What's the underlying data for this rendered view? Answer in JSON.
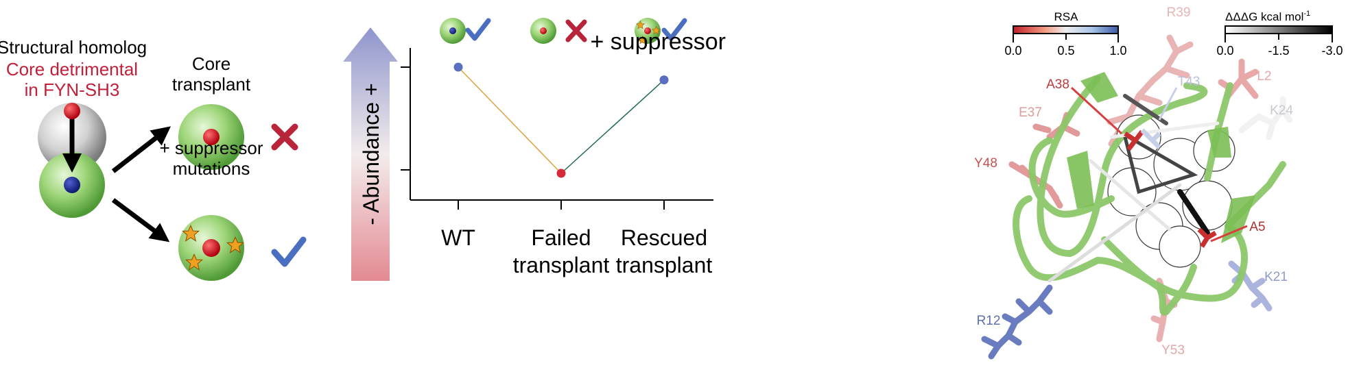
{
  "left_panel": {
    "title_line1": "Structural homolog",
    "title_line2": "Core detrimental",
    "title_line3": "in FYN-SH3",
    "core_transplant_line1": "Core",
    "core_transplant_line2": "transplant",
    "suppressor_line1": "+ suppressor",
    "suppressor_line2": "mutations"
  },
  "chart_data": {
    "type": "line",
    "ylabel": "- Abundance +",
    "categories": [
      "WT",
      "Failed transplant",
      "Rescued transplant"
    ],
    "category_lines": [
      [
        "WT"
      ],
      [
        "Failed",
        "transplant"
      ],
      [
        "Rescued",
        "transplant"
      ]
    ],
    "values": [
      1.0,
      0.0,
      0.88
    ],
    "annotation": "+ suppressor",
    "point_colors": [
      "#5b6fc0",
      "#d42a3a",
      "#5b6fc0"
    ],
    "segment_colors": [
      "#e0a040",
      "#1f6b4a"
    ],
    "status": [
      "check",
      "cross",
      "check"
    ]
  },
  "structure_panel": {
    "rsa_colorbar": {
      "title": "RSA",
      "ticks": [
        "0.0",
        "0.5",
        "1.0"
      ]
    },
    "ddg_colorbar": {
      "title": "ΔΔΔG kcal mol",
      "superscript": "-1",
      "ticks": [
        "0.0",
        "-1.5",
        "-3.0"
      ]
    },
    "residues": [
      {
        "label": "R39",
        "color": "#e8b4b4"
      },
      {
        "label": "A38",
        "color": "#c0393b"
      },
      {
        "label": "T43",
        "color": "#b9c0d8"
      },
      {
        "label": "L2",
        "color": "#e8a8a8"
      },
      {
        "label": "K24",
        "color": "#c8c8d0"
      },
      {
        "label": "E37",
        "color": "#e09a9a"
      },
      {
        "label": "Y48",
        "color": "#c85050"
      },
      {
        "label": "A5",
        "color": "#b03030"
      },
      {
        "label": "K21",
        "color": "#8f9cc8"
      },
      {
        "label": "R12",
        "color": "#5e6fae"
      },
      {
        "label": "Y53",
        "color": "#e2a8a8"
      }
    ]
  },
  "colors": {
    "red": "#b8243a",
    "blue_check": "#4a6fc0",
    "green": "#8cc86a",
    "star": "#f0a020"
  }
}
